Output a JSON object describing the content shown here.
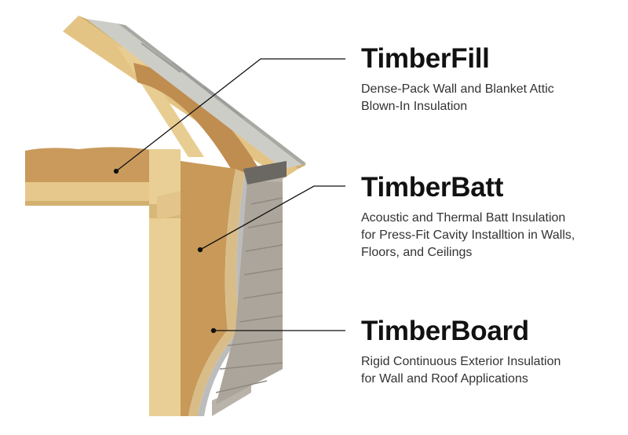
{
  "products": [
    {
      "name": "TimberFill",
      "description": [
        "Dense-Pack Wall and Blanket Attic",
        "Blown-In Insulation"
      ]
    },
    {
      "name": "TimberBatt",
      "description": [
        "Acoustic and Thermal Batt Insulation",
        "for Press-Fit Cavity Installtion in Walls,",
        "Floors, and Ceilings"
      ]
    },
    {
      "name": "TimberBoard",
      "description": [
        "Rigid Continuous Exterior Insulation",
        "for Wall and Roof Applications"
      ]
    }
  ],
  "colors": {
    "wood": "#e8c98a",
    "fiber": "#c99a5c",
    "siding": "#b9b3aa",
    "roof": "#c9c9c4",
    "line": "#111111"
  }
}
